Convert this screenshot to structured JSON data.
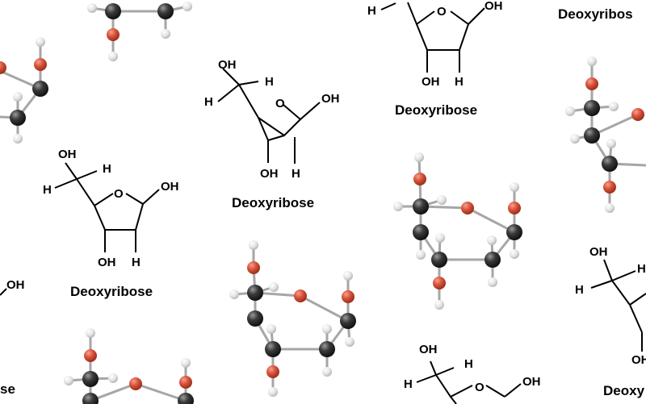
{
  "labels": {
    "molecule_name": "Deoxyribose",
    "partial_top_right": "Deoxyribos",
    "partial_bottom_right": "Deoxy",
    "partial_bottom_left": "se"
  },
  "atoms": {
    "hydroxyl": "OH",
    "hydrogen": "H",
    "ring_oxygen": "O"
  },
  "colors": {
    "background": "#ffffff",
    "carbon": "#3a3a3a",
    "oxygen": "#d9523a",
    "hydrogen": "#e8e8e8",
    "bond_3d": "#a6a6a6",
    "structural_bond": "#000000"
  }
}
